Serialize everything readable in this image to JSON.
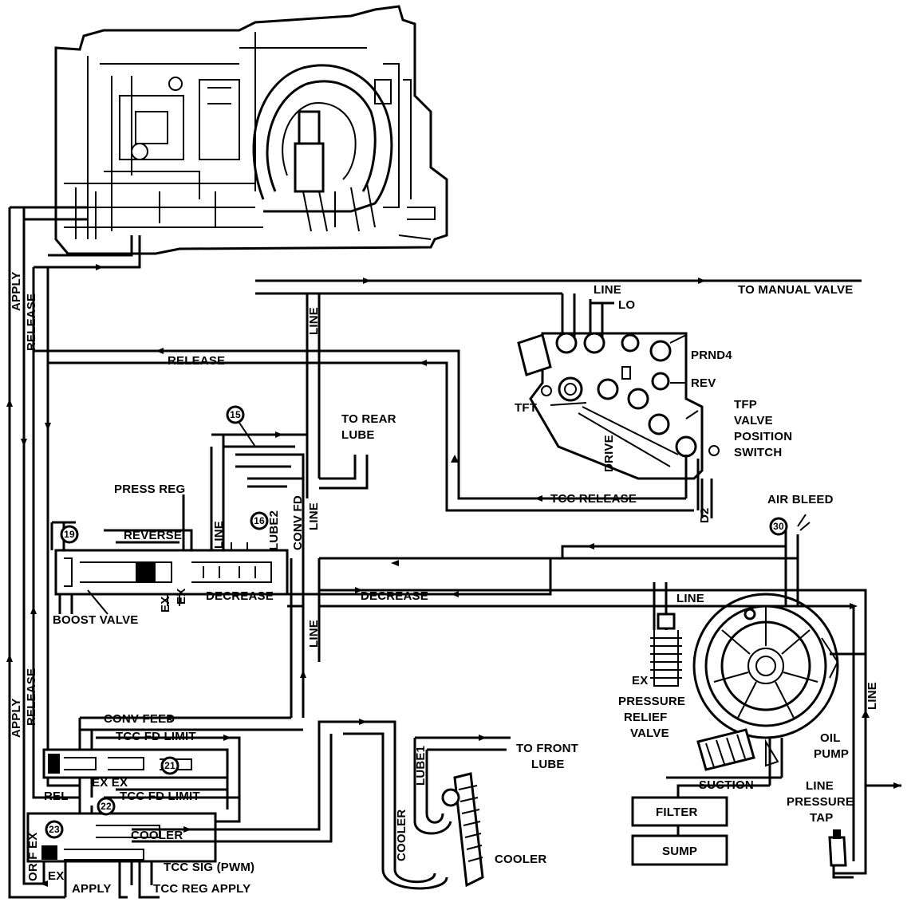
{
  "labels": {
    "line_top": "LINE",
    "to_manual_valve": "TO MANUAL VALVE",
    "lo": "LO",
    "prnd4": "PRND4",
    "rev": "REV",
    "tfp_1": "TFP",
    "tfp_2": "VALVE",
    "tfp_3": "POSITION",
    "tfp_4": "SWITCH",
    "tft": "TFT",
    "drive": "DRIVE",
    "d2": "D2",
    "release_mid": "RELEASE",
    "line_vert_1": "LINE",
    "to_rear_lube_1": "TO REAR",
    "to_rear_lube_2": "LUBE",
    "tcc_release": "TCC RELEASE",
    "air_bleed": "AIR BLEED",
    "press_reg": "PRESS REG",
    "reverse": "REVERSE",
    "line_vert_2": "LINE",
    "lube2": "LUBE2",
    "conv_fd": "CONV FD",
    "line_vert_3": "LINE",
    "decrease_left": "DECREASE",
    "decrease_right": "DECREASE",
    "ex_1": "EX",
    "ex_2": "EX",
    "boost_valve": "BOOST VALVE",
    "line_vert_4": "LINE",
    "line_right": "LINE",
    "line_far_right": "LINE",
    "ex_relief": "EX",
    "pressure_1": "PRESSURE",
    "pressure_2": "RELIEF",
    "pressure_3": "VALVE",
    "oil_1": "OIL",
    "oil_2": "PUMP",
    "conv_feed": "CONV FEED",
    "tcc_fd_limit_1": "TCC FD LIMIT",
    "ex_ex": "EX EX",
    "rel": "REL",
    "tcc_fd_limit_2": "TCC FD LIMIT",
    "cooler_h": "COOLER",
    "tcc_sig": "TCC SIG (PWM)",
    "tcc_reg_apply": "TCC REG APPLY",
    "apply_bottom": "APPLY",
    "orif_ex": "ORIF EX",
    "ex_bottom": "EX",
    "to_front_1": "TO FRONT",
    "to_front_2": "LUBE",
    "lube1": "LUBE1",
    "cooler_v": "COOLER",
    "cooler_label": "COOLER",
    "suction": "SUCTION",
    "filter": "FILTER",
    "sump": "SUMP",
    "lpt_1": "LINE",
    "lpt_2": "PRESSURE",
    "lpt_3": "TAP",
    "apply_left": "APPLY",
    "release_left": "RELEASE",
    "apply_left_2": "APPLY",
    "release_left_2": "RELEASE"
  },
  "markers": {
    "m15": "15",
    "m16": "16",
    "m19": "19",
    "m21": "21",
    "m22": "22",
    "m23": "23",
    "m30": "30"
  }
}
